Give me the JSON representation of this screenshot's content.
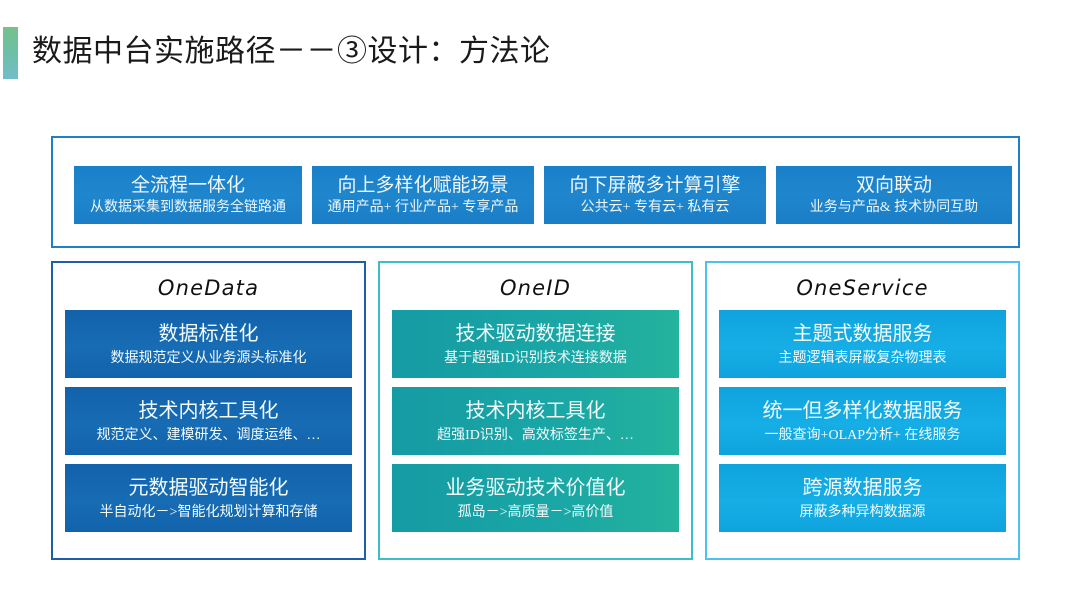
{
  "slide": {
    "title": "数据中台实施路径－－③设计：方法论",
    "accent_colors": {
      "title_bar_top": "#76c08a",
      "title_bar_bottom": "#72bdc8",
      "onedata": "#1568b0",
      "oneid": "#18a4a2",
      "oneservice": "#10a6de"
    }
  },
  "top_band": {
    "cells": [
      {
        "title": "全流程一体化",
        "subtitle": "从数据采集到数据服务全链路通"
      },
      {
        "title": "向上多样化赋能场景",
        "subtitle": "通用产品+ 行业产品+ 专享产品"
      },
      {
        "title": "向下屏蔽多计算引擎",
        "subtitle": "公共云+ 专有云+ 私有云"
      },
      {
        "title": "双向联动",
        "subtitle": "业务与产品& 技术协同互助"
      }
    ]
  },
  "columns": [
    {
      "heading": "OneData",
      "cards": [
        {
          "title": "数据标准化",
          "subtitle": "数据规范定义从业务源头标准化"
        },
        {
          "title": "技术内核工具化",
          "subtitle": "规范定义、建模研发、调度运维、…"
        },
        {
          "title": "元数据驱动智能化",
          "subtitle": "半自动化－>智能化规划计算和存储"
        }
      ]
    },
    {
      "heading": "OneID",
      "cards": [
        {
          "title": "技术驱动数据连接",
          "subtitle": "基于超强ID识别技术连接数据"
        },
        {
          "title": "技术内核工具化",
          "subtitle": "超强ID识别、高效标签生产、…"
        },
        {
          "title": "业务驱动技术价值化",
          "subtitle": "孤岛－>高质量－>高价值"
        }
      ]
    },
    {
      "heading": "OneService",
      "cards": [
        {
          "title": "主题式数据服务",
          "subtitle": "主题逻辑表屏蔽复杂物理表"
        },
        {
          "title": "统一但多样化数据服务",
          "subtitle": "一般查询+OLAP分析+ 在线服务"
        },
        {
          "title": "跨源数据服务",
          "subtitle": "屏蔽多种异构数据源"
        }
      ]
    }
  ]
}
